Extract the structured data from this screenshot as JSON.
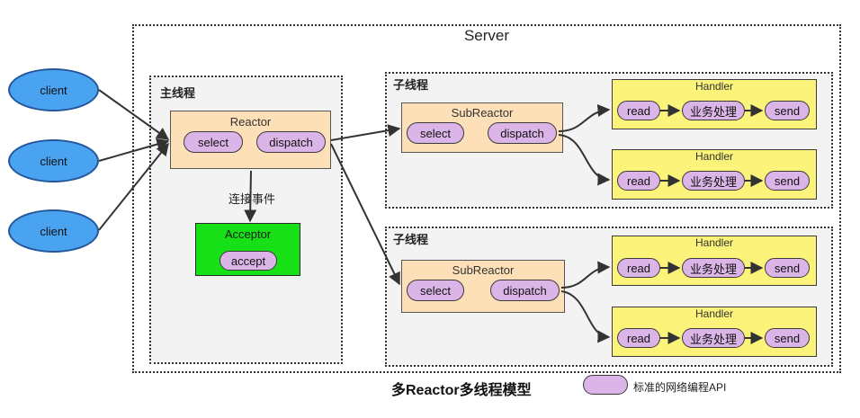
{
  "server": {
    "label": "Server"
  },
  "clients": [
    "client",
    "client",
    "client"
  ],
  "main_thread": {
    "label": "主线程",
    "reactor": {
      "title": "Reactor",
      "select": "select",
      "dispatch": "dispatch"
    },
    "connect_event": "连接事件",
    "acceptor": {
      "title": "Acceptor",
      "accept": "accept"
    }
  },
  "sub_threads": [
    {
      "label": "子线程",
      "subreactor": {
        "title": "SubReactor",
        "select": "select",
        "dispatch": "dispatch"
      },
      "handlers": [
        {
          "title": "Handler",
          "read": "read",
          "process": "业务处理",
          "send": "send"
        },
        {
          "title": "Handler",
          "read": "read",
          "process": "业务处理",
          "send": "send"
        }
      ]
    },
    {
      "label": "子线程",
      "subreactor": {
        "title": "SubReactor",
        "select": "select",
        "dispatch": "dispatch"
      },
      "handlers": [
        {
          "title": "Handler",
          "read": "read",
          "process": "业务处理",
          "send": "send"
        },
        {
          "title": "Handler",
          "read": "read",
          "process": "业务处理",
          "send": "send"
        }
      ]
    }
  ],
  "footer": {
    "title": "多Reactor多线程模型",
    "legend_text": "标准的网络编程API"
  },
  "colors": {
    "client": "#4aa3f0",
    "reactor": "#fde0b8",
    "api_pill": "#dcb5e8",
    "acceptor": "#17e017",
    "handler": "#fbf37a",
    "thread_area": "#f3f3f3"
  }
}
